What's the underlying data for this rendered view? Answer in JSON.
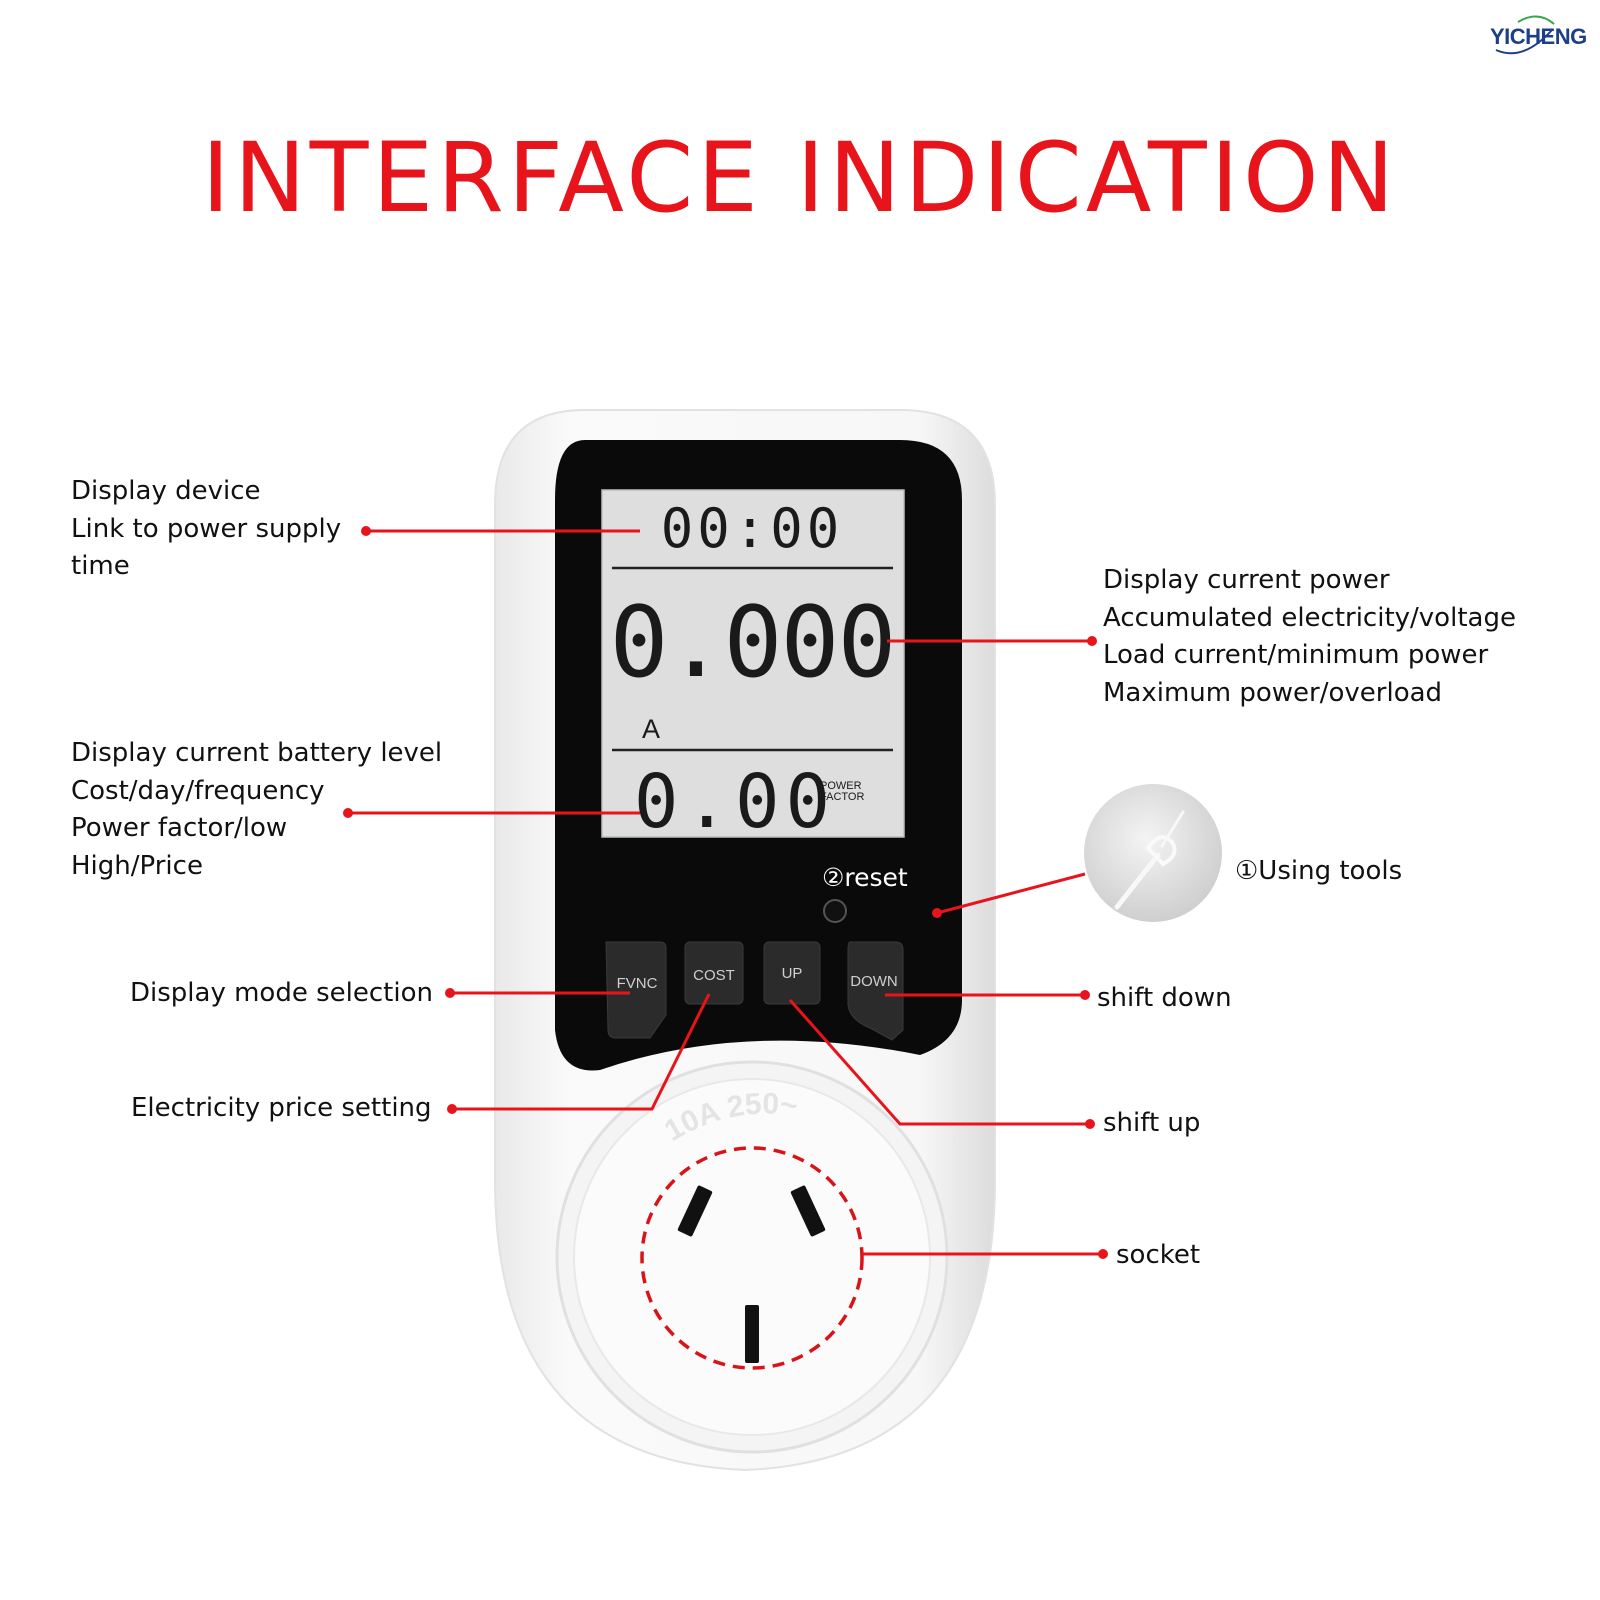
{
  "brand": "YICHENG",
  "title": "INTERFACE INDICATION",
  "display": {
    "time": "00:00",
    "main_value": "0.000",
    "unit": "A",
    "lower_value": "0.00",
    "power_factor_line1": "POWER",
    "power_factor_line2": "FACTOR"
  },
  "buttons": {
    "fvnc": "FVNC",
    "cost": "COST",
    "up": "UP",
    "down": "DOWN"
  },
  "socket_rating": "10A 250~",
  "reset_label": "②reset",
  "tools_label": "①Using tools",
  "labels": {
    "time_block": [
      "Display device",
      "Link to power supply",
      "time"
    ],
    "battery_block": [
      "Display current battery level",
      "Cost/day/frequency",
      "Power factor/low",
      "High/Price"
    ],
    "power_block": [
      "Display current power",
      "Accumulated electricity/voltage",
      "Load current/minimum power",
      "Maximum power/overload"
    ],
    "display_mode": "Display mode selection",
    "price_setting": "Electricity price setting",
    "shift_down": "shift down",
    "shift_up": "shift up",
    "socket": "socket"
  },
  "colors": {
    "accent_red": "#e8141b",
    "brand_blue": "#1d3f8a",
    "brand_green": "#3aa64a"
  }
}
